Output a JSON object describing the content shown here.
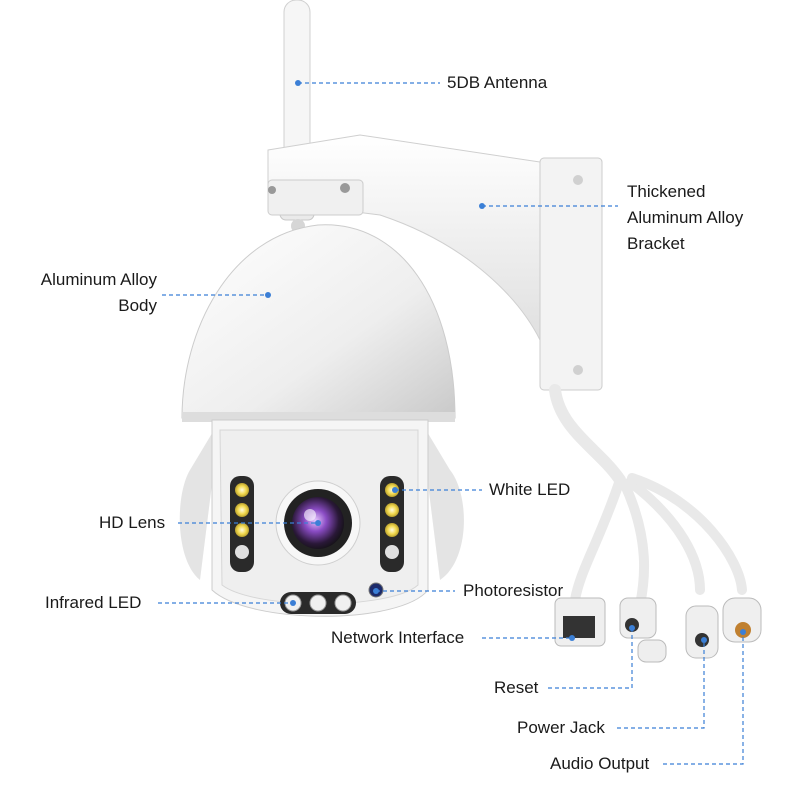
{
  "colors": {
    "leader_line": "#3b7fd6",
    "body_white": "#f4f4f4",
    "shadow": "#cfcfcf",
    "lens": "#7a3fb0",
    "white_led": "#f4e06a",
    "text": "#1a1a1a"
  },
  "labels": {
    "antenna": "5DB Antenna",
    "bracket": [
      "Thickened",
      "Aluminum Alloy",
      "Bracket"
    ],
    "body": [
      "Aluminum Alloy",
      "Body"
    ],
    "white_led": "White LED",
    "hd_lens": "HD Lens",
    "photoresistor": "Photoresistor",
    "infrared_led": "Infrared LED",
    "network_interface": "Network Interface",
    "reset": "Reset",
    "power_jack": "Power Jack",
    "audio_output": "Audio Output"
  }
}
